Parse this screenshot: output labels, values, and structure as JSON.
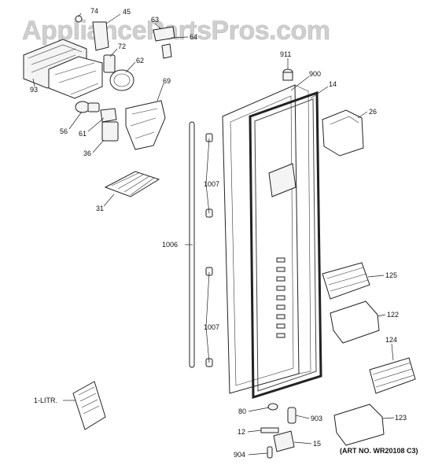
{
  "watermark": "AppliancePartsPros.com",
  "art_number": "(ART NO. WR20108 C3)",
  "labels": {
    "p74": "74",
    "p45": "45",
    "p63": "63",
    "p64": "64",
    "p72": "72",
    "p62": "62",
    "p93": "93",
    "p69": "69",
    "p56": "56",
    "p61": "61",
    "p36": "36",
    "p31": "31",
    "p911": "911",
    "p900": "900",
    "p14": "14",
    "p26": "26",
    "p1007a": "1007",
    "p1006": "1006",
    "p1007b": "1007",
    "p125": "125",
    "p122": "122",
    "p124": "124",
    "p123": "123",
    "p1litr": "1-LITR.",
    "p80": "80",
    "p903": "903",
    "p12": "12",
    "p15": "15",
    "p904": "904"
  }
}
